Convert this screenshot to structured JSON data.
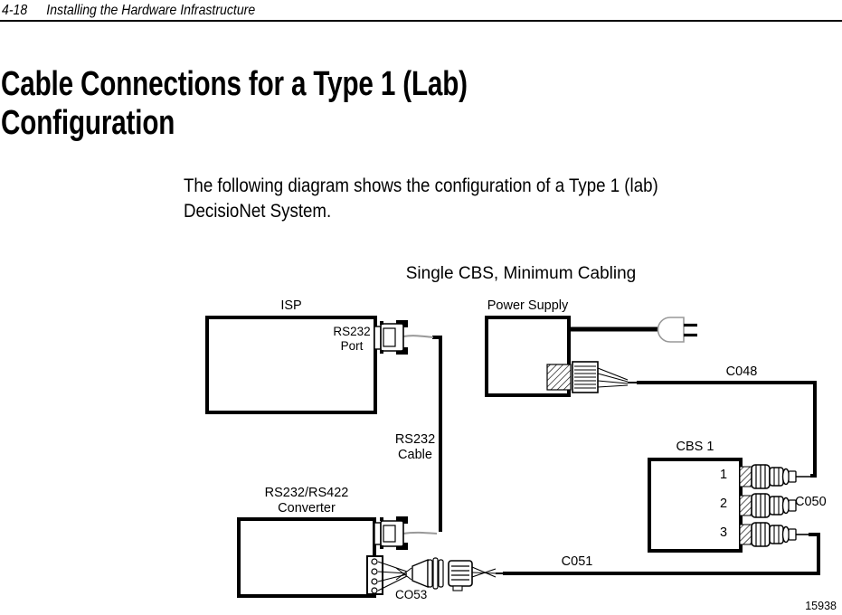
{
  "header": {
    "page_number": "4-18",
    "chapter_title": "Installing the Hardware Infrastructure"
  },
  "title": "Cable Connections for a Type 1 (Lab) Configuration",
  "intro": "The following diagram shows the configuration of a Type 1 (lab) DecisioNet System.",
  "diagram": {
    "caption": "Single CBS, Minimum Cabling",
    "figure_code": "15938",
    "isp": {
      "label": "ISP",
      "port_line1": "RS232",
      "port_line2": "Port"
    },
    "power_supply": {
      "label": "Power Supply"
    },
    "cbs": {
      "label": "CBS 1",
      "ports": [
        "1",
        "2",
        "3"
      ]
    },
    "converter": {
      "line1": "RS232/RS422",
      "line2": "Converter"
    },
    "cables": {
      "rs232_line1": "RS232",
      "rs232_line2": "Cable",
      "c048": "C048",
      "c050": "C050",
      "c051": "C051",
      "co53": "CO53"
    }
  }
}
